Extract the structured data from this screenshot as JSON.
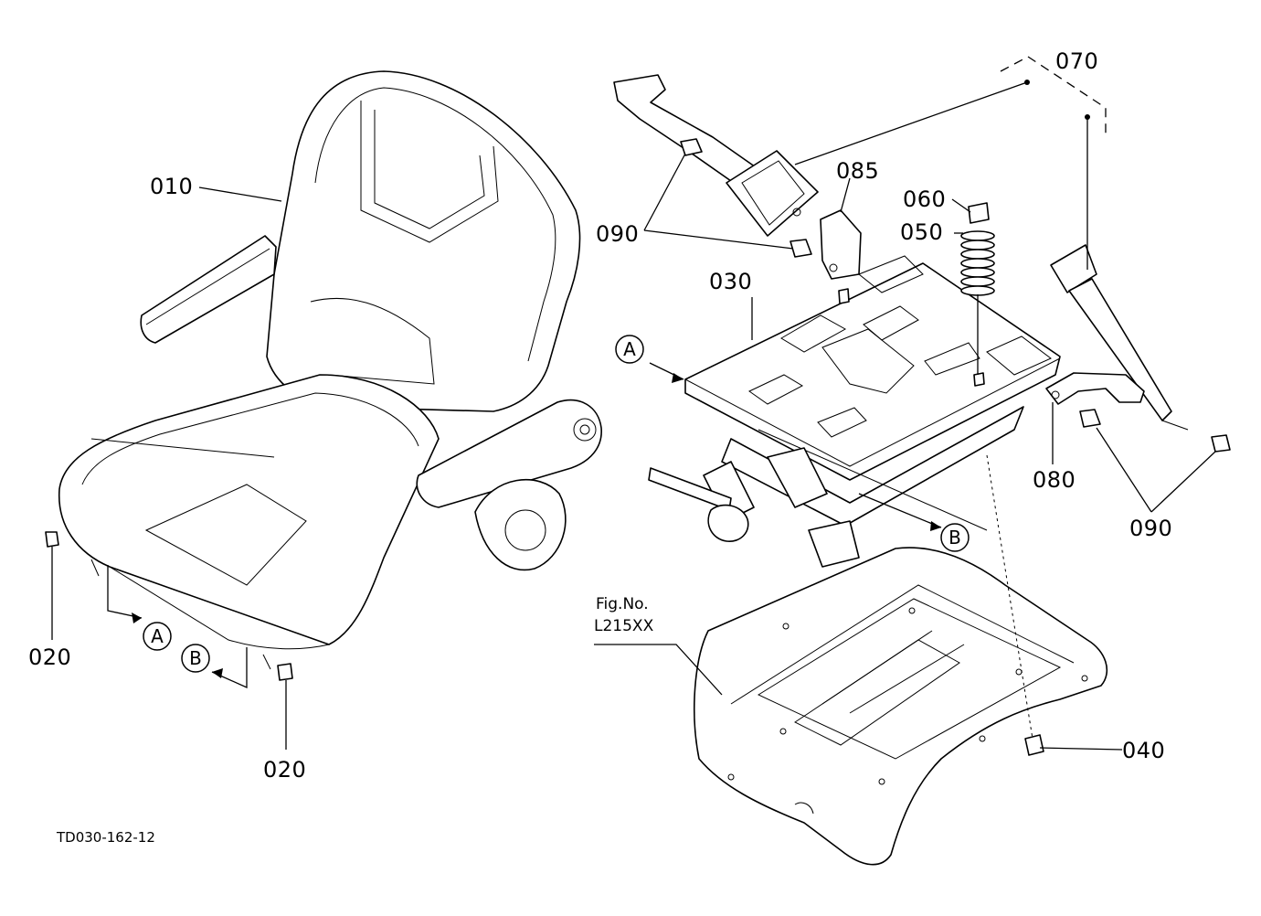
{
  "labels": {
    "p010": "010",
    "p020a": "020",
    "p020b": "020",
    "p030": "030",
    "p040": "040",
    "p050": "050",
    "p060": "060",
    "p070": "070",
    "p080": "080",
    "p085": "085",
    "p090a": "090",
    "p090b": "090"
  },
  "markers": {
    "a_left": "A",
    "b_left": "B",
    "a_right": "A",
    "b_right": "B"
  },
  "figure_ref": {
    "line1": "Fig.No.",
    "line2": "L215XX"
  },
  "drawing_code": "TD030-162-12"
}
